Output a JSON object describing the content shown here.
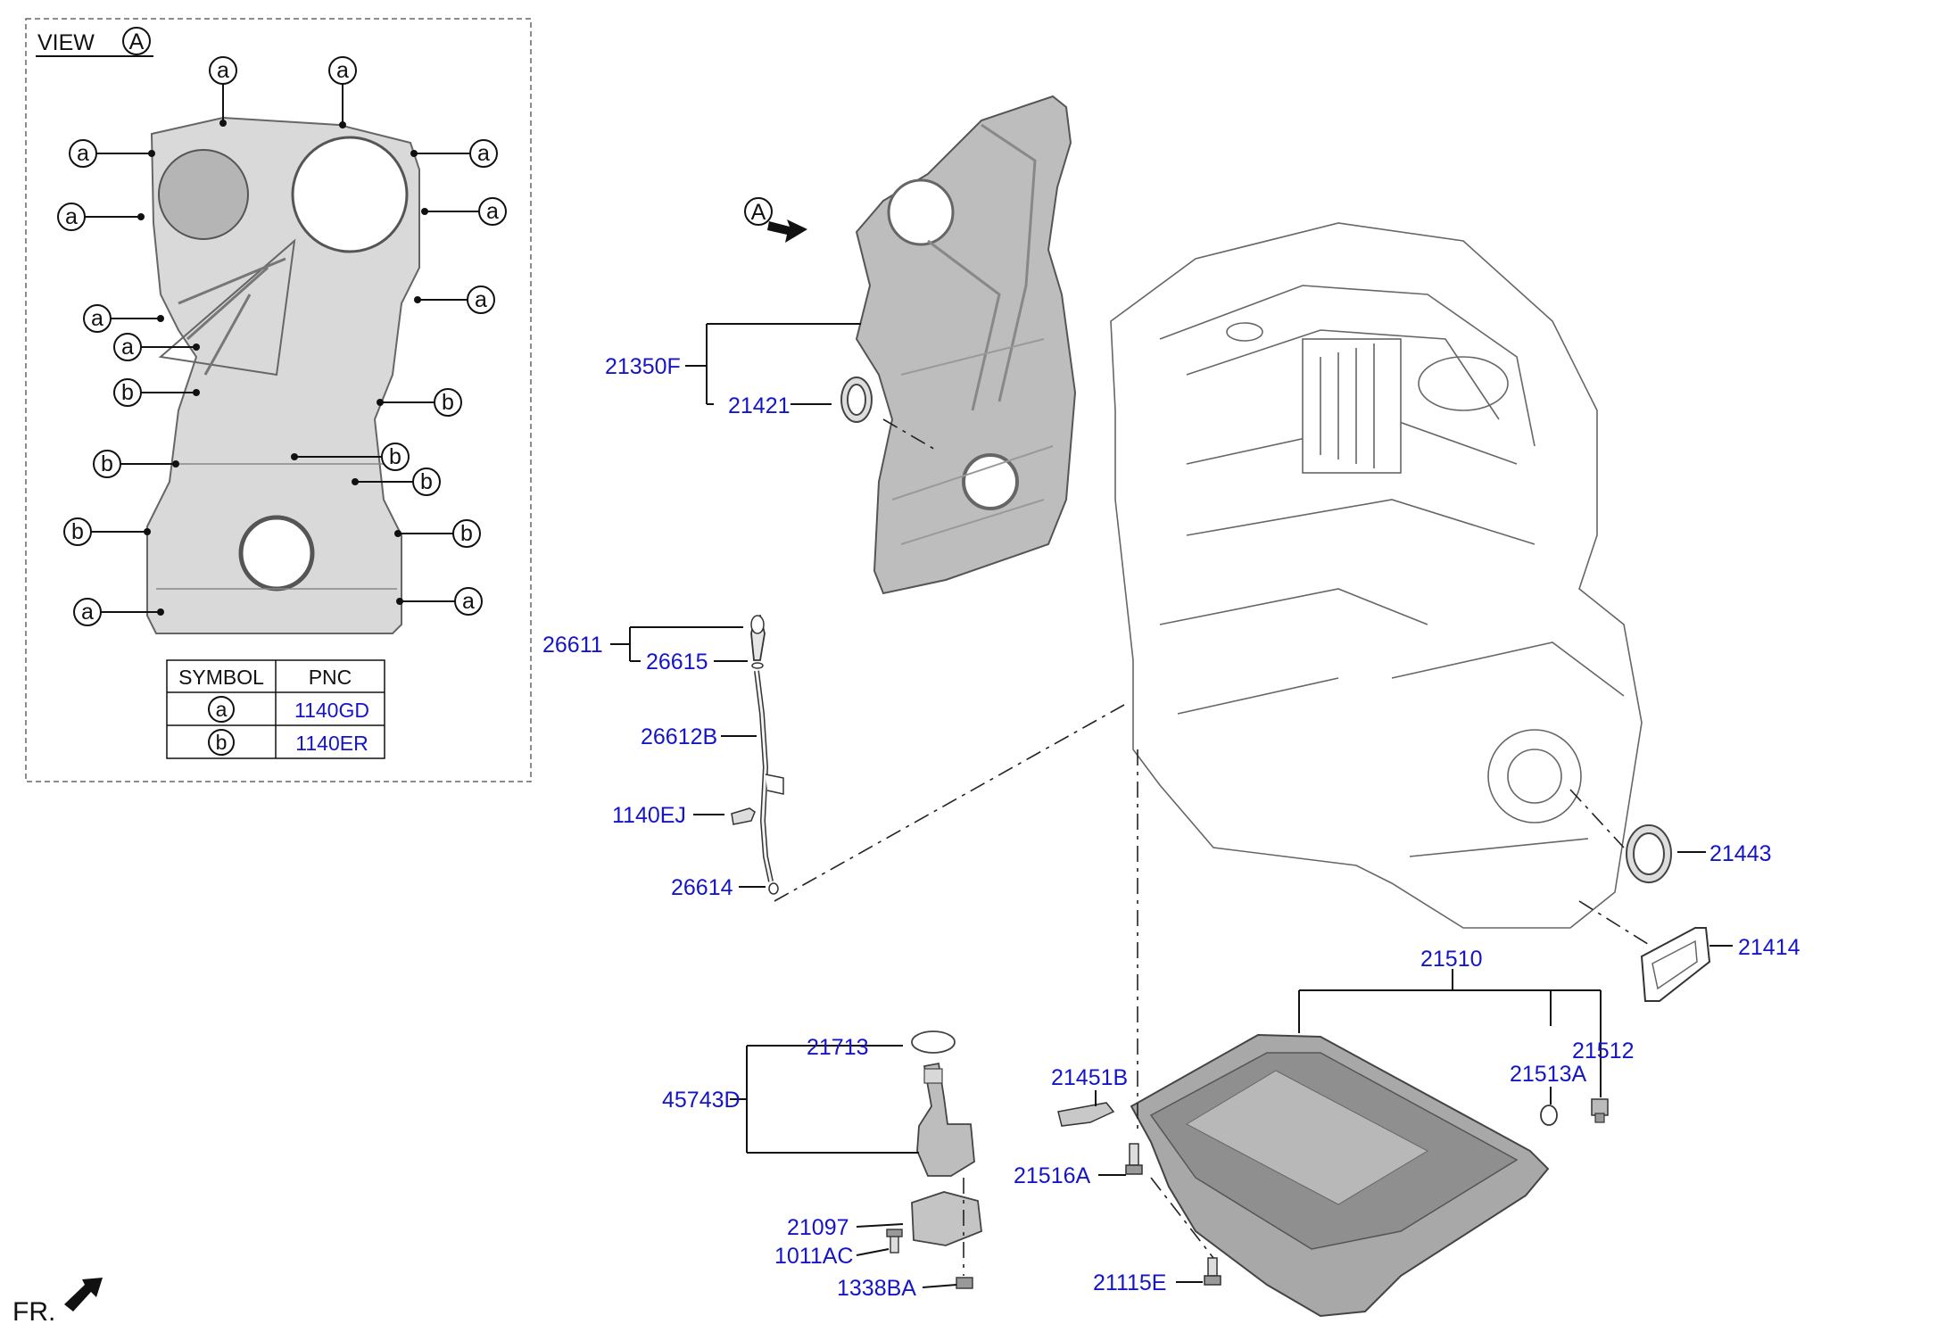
{
  "view": {
    "title": "VIEW",
    "marker": "A"
  },
  "legend": {
    "headers": [
      "SYMBOL",
      "PNC"
    ],
    "rows": [
      {
        "symbol": "a",
        "pnc": "1140GD"
      },
      {
        "symbol": "b",
        "pnc": "1140ER"
      }
    ]
  },
  "view_marker": "A",
  "front_marker": "FR.",
  "symbol_a": "a",
  "symbol_b": "b",
  "parts": {
    "p21350F": "21350F",
    "p21421": "21421",
    "p26611": "26611",
    "p26615": "26615",
    "p26612B": "26612B",
    "p1140EJ": "1140EJ",
    "p26614": "26614",
    "p21443": "21443",
    "p21414": "21414",
    "p21510": "21510",
    "p21512": "21512",
    "p21513A": "21513A",
    "p21451B": "21451B",
    "p21516A": "21516A",
    "p21115E": "21115E",
    "p21713": "21713",
    "p45743D": "45743D",
    "p21097": "21097",
    "p1011AC": "1011AC",
    "p1338BA": "1338BA"
  },
  "colors": {
    "label_blue": "#1515c8",
    "part_gray": "#c8c8c8",
    "part_dark": "#9a9a9a"
  }
}
